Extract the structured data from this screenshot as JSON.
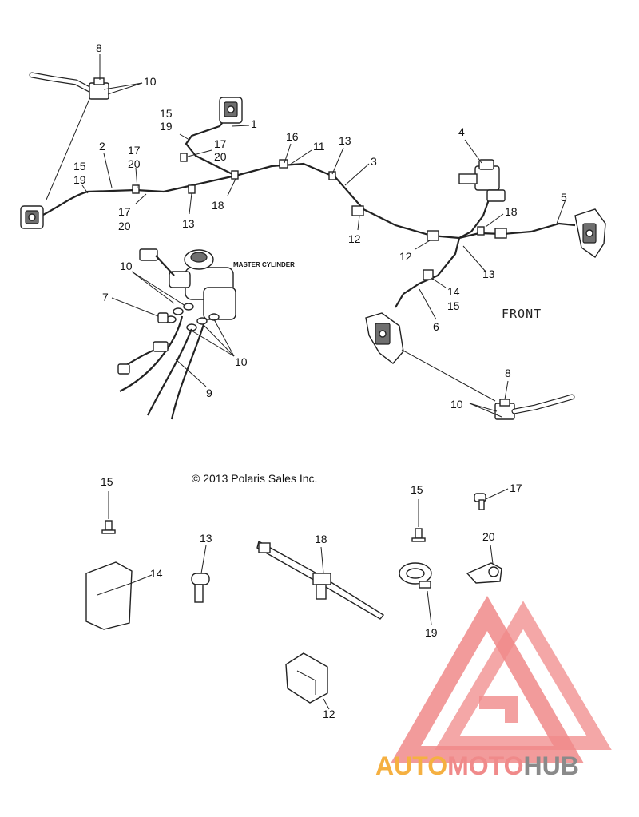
{
  "caption": "© 2013 Polaris Sales Inc.",
  "front_label": "FRONT",
  "master_cylinder_label": "MASTER CYLINDER",
  "callouts": [
    "1",
    "2",
    "3",
    "4",
    "5",
    "6",
    "7",
    "8",
    "9",
    "10",
    "11",
    "12",
    "13",
    "14",
    "15",
    "16",
    "17",
    "18",
    "19",
    "20"
  ],
  "logo": {
    "part1": "AUTO",
    "part2": "MOTO",
    "part3": "HUB",
    "color_orange": "#f5b041",
    "color_red": "#f08a8a",
    "color_gray": "#8a8a8a"
  }
}
